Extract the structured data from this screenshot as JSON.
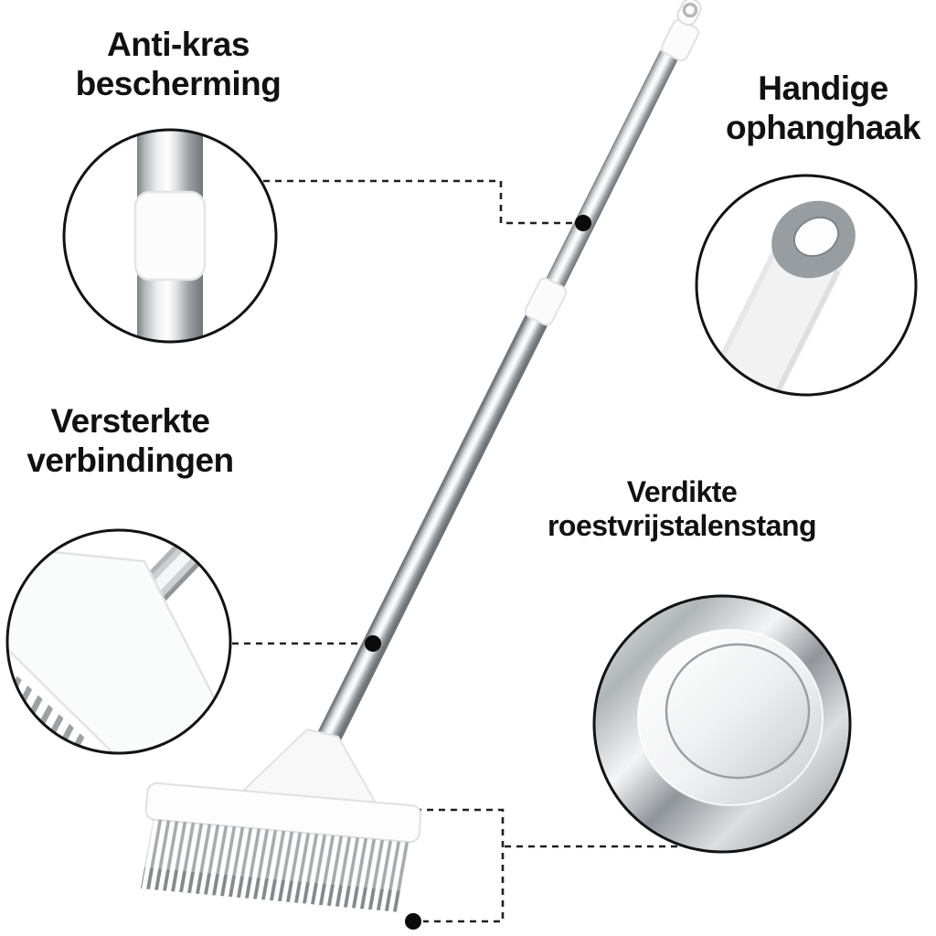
{
  "callouts": [
    {
      "id": "anti-scratch",
      "line1": "Anti-kras",
      "line2": "bescherming"
    },
    {
      "id": "hanging-hook",
      "line1": "Handige",
      "line2": "ophanghaak"
    },
    {
      "id": "reinforced-joints",
      "line1": "Versterkte",
      "line2": "verbindingen"
    },
    {
      "id": "steel-rod",
      "line1": "Verdikte",
      "line2": "roestvrijstalenstang"
    }
  ],
  "colors": {
    "background": "#ffffff",
    "text": "#111111",
    "connector_line": "#1f1f1f",
    "callout_outline": "#131313",
    "target_dot": "#0b0b0b",
    "metal_dark": "#74797d",
    "metal_light": "#ffffff",
    "plastic_white": "#fbfbfc",
    "bristle_gray": "#a6aaad",
    "bristle_tip_gray": "#83888b",
    "hook_ring_gray": "#979da1"
  }
}
